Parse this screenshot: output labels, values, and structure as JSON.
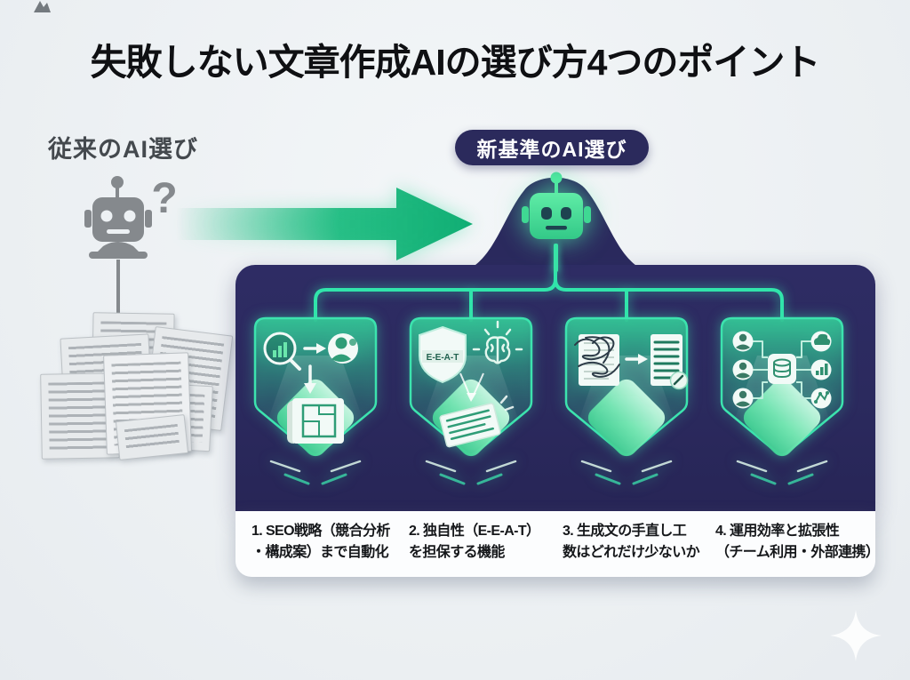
{
  "title": "失敗しない文章作成AIの選び方4つのポイント",
  "legacy": {
    "label": "従来のAI選び",
    "question_mark": "?",
    "robot_icon": "gray-robot-icon",
    "documents": "scattered-document-pile"
  },
  "modern": {
    "badge": "新基準のAI選び",
    "robot_icon": "green-robot-icon"
  },
  "panel": {
    "cards": [
      {
        "id": 1,
        "icons": [
          "magnifier-bar-chart-icon",
          "arrow-right-icon",
          "persona-circle-icon",
          "arrow-down-icon",
          "blueprint-icon"
        ]
      },
      {
        "id": 2,
        "icons": [
          "eeat-shield-icon",
          "brain-icon",
          "funnel-arrow-icon",
          "article-sheet-icon"
        ],
        "shield_label": "E-E-A-T"
      },
      {
        "id": 3,
        "icons": [
          "messy-draft-icon",
          "arrow-right-icon",
          "clean-document-edit-icon"
        ]
      },
      {
        "id": 4,
        "icons": [
          "team-members-icon",
          "database-hub-icon",
          "cloud-icon",
          "bar-chart-icon",
          "integration-route-icon"
        ]
      }
    ]
  },
  "footer_items": [
    {
      "line1": "1. SEO戦略（競合分析",
      "line2": "・構成案）まで自動化"
    },
    {
      "line1": "2. 独自性（E-E-A-T）",
      "line2": "を担保する機能"
    },
    {
      "line1": "3. 生成文の手直し工",
      "line2": "数はどれだけ少ないか"
    },
    {
      "line1": "4. 運用効率と拡張性",
      "line2": "（チーム利用・外部連携）"
    }
  ],
  "colors": {
    "background": "#edf1f4",
    "ink": "#101114",
    "gray": "#8d9296",
    "navy": "#2b2a5e",
    "accent_green": "#17b978",
    "glow_green": "#35e3aa",
    "mint": "#7df0bd"
  }
}
